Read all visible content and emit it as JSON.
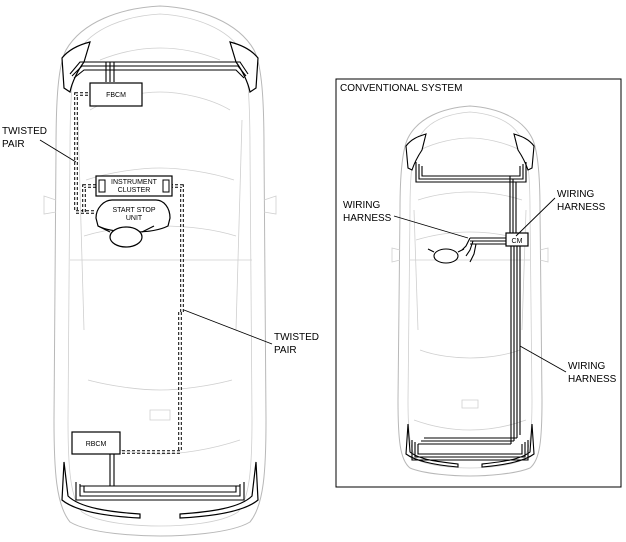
{
  "left_diagram": {
    "modules": {
      "fbcm": "FBCM",
      "instrument_cluster_line1": "INSTRUMENT",
      "instrument_cluster_line2": "CLUSTER",
      "start_stop_line1": "START STOP",
      "start_stop_line2": "UNIT",
      "rbcm": "RBCM"
    },
    "labels": {
      "twisted_pair_top_line1": "TWISTED",
      "twisted_pair_top_line2": "PAIR",
      "twisted_pair_right_line1": "TWISTED",
      "twisted_pair_right_line2": "PAIR"
    }
  },
  "right_diagram": {
    "title": "CONVENTIONAL SYSTEM",
    "modules": {
      "cm": "CM"
    },
    "labels": {
      "harness_left_line1": "WIRING",
      "harness_left_line2": "HARNESS",
      "harness_topright_line1": "WIRING",
      "harness_topright_line2": "HARNESS",
      "harness_right_line1": "WIRING",
      "harness_right_line2": "HARNESS"
    }
  }
}
